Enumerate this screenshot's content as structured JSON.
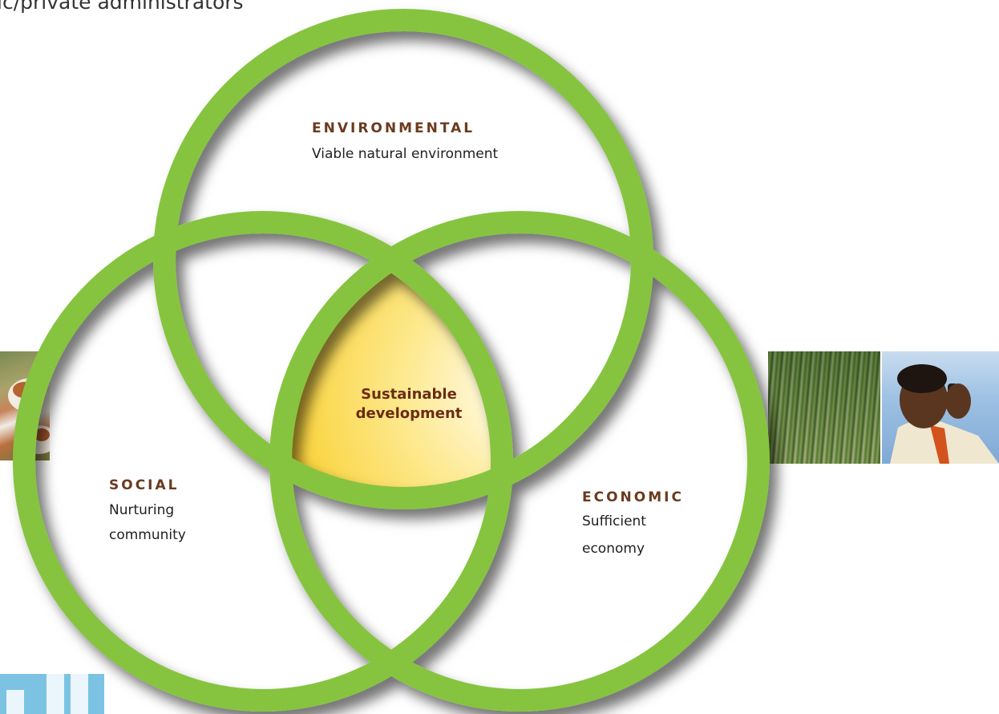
{
  "header": {
    "partial_text": "ic/private administrators"
  },
  "photos": [
    {
      "name": "cows-photo"
    },
    {
      "name": "grass-photo"
    },
    {
      "name": "man-on-phone-photo"
    },
    {
      "name": "blue-building-photo"
    }
  ],
  "diagram": {
    "colors": {
      "ring": "#86c441",
      "center_fill": "#f9cf2c",
      "heading": "#6b3a1e",
      "center_text": "#6b2c14"
    },
    "center": {
      "line1": "Sustainable",
      "line2": "development"
    },
    "environmental": {
      "heading": "ENVIRONMENTAL",
      "line1": "Viable natural environment"
    },
    "social": {
      "heading": "SOCIAL",
      "line1": "Nurturing",
      "line2": "community"
    },
    "economic": {
      "heading": "ECONOMIC",
      "line1": "Sufficient",
      "line2": "economy"
    }
  }
}
